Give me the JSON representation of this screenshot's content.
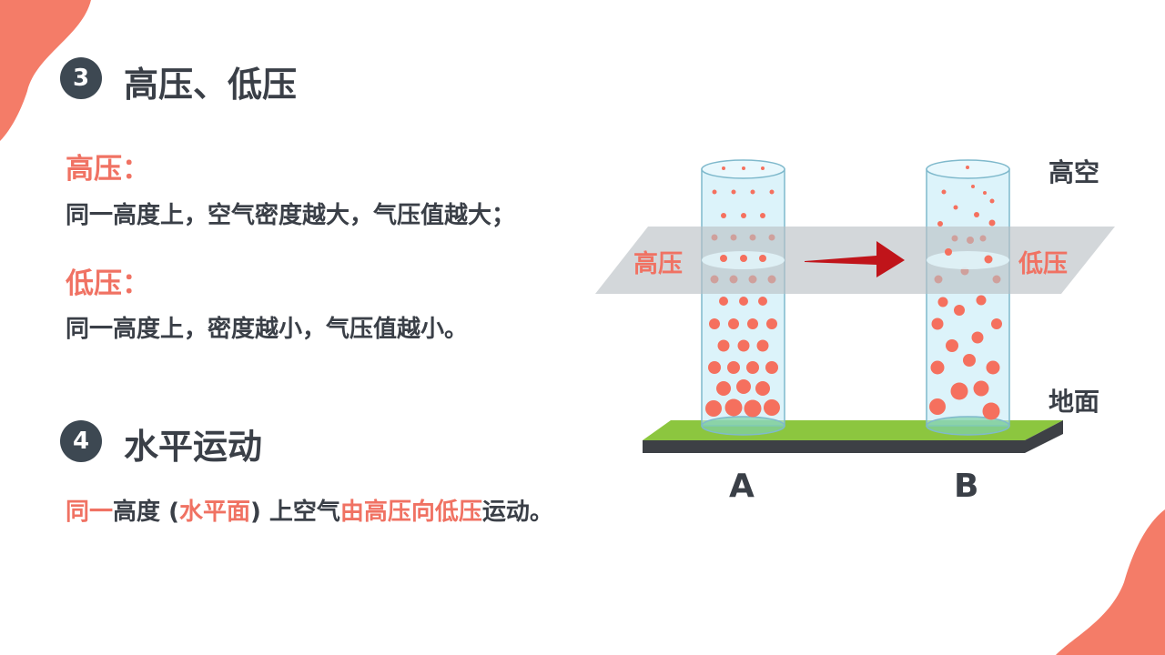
{
  "section3": {
    "number": "3",
    "title": "高压、低压"
  },
  "high": {
    "label": "高压：",
    "desc": "同一高度上，空气密度越大，气压值越大；"
  },
  "low": {
    "label": "低压：",
    "desc": "同一高度上，密度越小，气压值越小。"
  },
  "section4": {
    "number": "4",
    "title": "水平运动"
  },
  "movement": {
    "part1": "同一",
    "part2": "高度 (",
    "part3": "水平面",
    "part4": ") 上空气",
    "part5": "由高压向低压",
    "part6": "运动。"
  },
  "diagram": {
    "label_high_pressure": "高压",
    "label_low_pressure": "低压",
    "label_sky": "高空",
    "label_ground": "地面",
    "column_a": "A",
    "column_b": "B",
    "colors": {
      "accent": "#f07263",
      "particle": "#f5705e",
      "ground": "#8cc63f",
      "arrow": "#c0141a",
      "plane": "#b8bec4",
      "tube": "#bfe9f6"
    }
  }
}
